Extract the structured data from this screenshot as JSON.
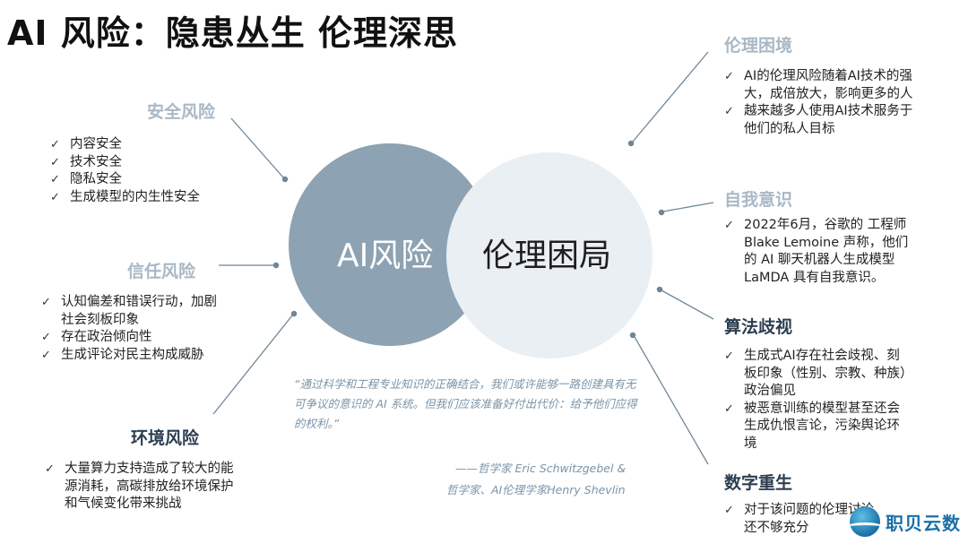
{
  "title": "AI 风险：隐患丛生  伦理深思",
  "circles": {
    "left": "AI风险",
    "right": "伦理困局"
  },
  "sections": {
    "safety": {
      "title": "安全风险",
      "items": [
        "内容安全",
        "技术安全",
        "隐私安全",
        "生成模型的内生性安全"
      ]
    },
    "trust": {
      "title": "信任风险",
      "items": [
        "认知偏差和错误行动，加剧社会刻板印象",
        "存在政治倾向性",
        "生成评论对民主构成威胁"
      ]
    },
    "environment": {
      "title": "环境风险",
      "items": [
        "大量算力支持造成了较大的能源消耗，高碳排放给环境保护和气候变化带来挑战"
      ]
    },
    "dilemma": {
      "title": "伦理困境",
      "items": [
        "AI的伦理风险随着AI技术的强大，成倍放大，影响更多的人",
        "越来越多人使用AI技术服务于他们的私人目标"
      ]
    },
    "selfaware": {
      "title": "自我意识",
      "items": [
        "2022年6月，谷歌的 工程师 Blake Lemoine 声称，他们的 AI 聊天机器人生成模型 LaMDA 具有自我意识。"
      ]
    },
    "bias": {
      "title": "算法歧视",
      "items": [
        "生成式AI存在社会歧视、刻板印象（性别、宗教、种族）政治偏见",
        "被恶意训练的模型甚至还会生成仇恨言论，污染舆论环境"
      ]
    },
    "rebirth": {
      "title": "数字重生",
      "items": [
        "对于该问题的伦理讨论还不够充分"
      ]
    }
  },
  "quote": {
    "text": "“通过科学和工程专业知识的正确结合，我们或许能够一路创建具有无可争议的意识的 AI 系统。但我们应该准备好付出代价：给予他们应得的权利。”",
    "attr1": "——哲学家 Eric Schwitzgebel &",
    "attr2": "哲学家、AI伦理学家Henry Shevlin"
  },
  "logo": {
    "text": "职贝云数"
  },
  "colors": {
    "left_circle": "#8da2b2",
    "right_circle": "#eaeff4",
    "light_title": "#a9b8c6",
    "dark_title": "#2c3e50",
    "quote": "#7a94a8"
  }
}
